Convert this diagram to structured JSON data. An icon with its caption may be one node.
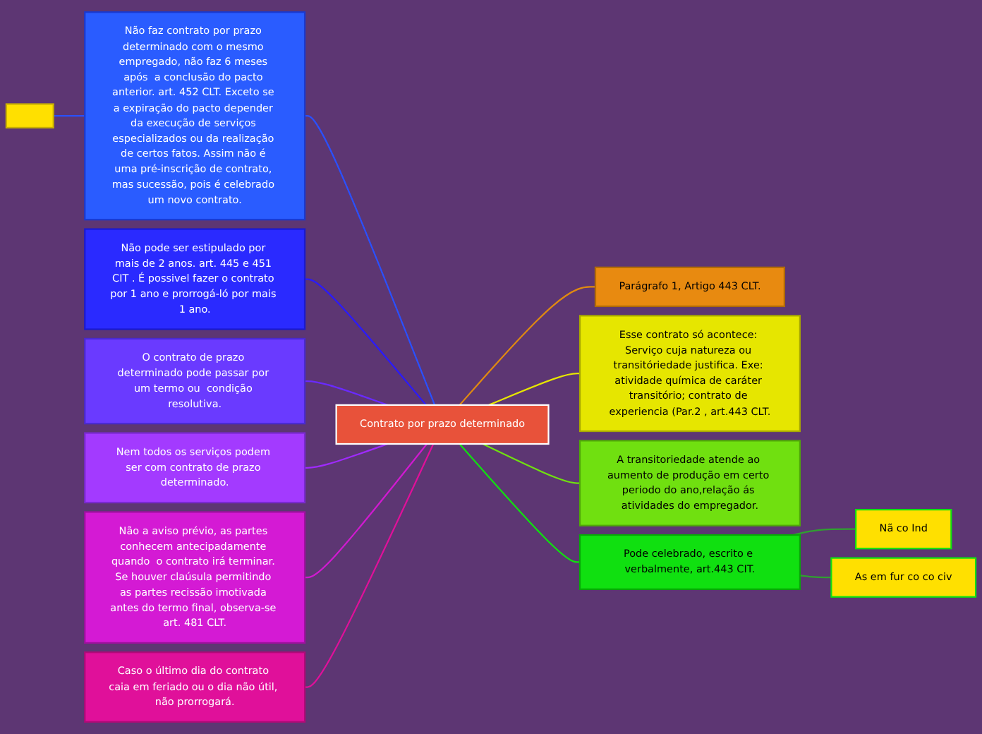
{
  "diagram": {
    "nodes": [
      {
        "text": [
          "Contrato por prazo determinado"
        ]
      },
      {
        "text": [
          "Não faz contrato por prazo determinado com o mesmo empregado, não faz 6 meses após  a conclusão do pacto anterior. art. 452 CLT. Exceto se a expiração do pacto depender da execução de serviços especializados ou da realização de certos fatos. Assim não é uma pré-inscrição de contrato, mas sucessão, pois é celebrado um novo contrato."
        ]
      },
      {
        "text": [
          "Não pode ser estipulado por mais de 2 anos. art. 445 e 451 CIT . É possivel fazer o contrato por 1 ano e prorrogá-ló por mais 1 ano."
        ]
      },
      {
        "text": [
          "O contrato de prazo determinado pode passar por um termo ou  condição resolutiva."
        ]
      },
      {
        "text": [
          "Nem todos os serviços podem ser com contrato de prazo determinado."
        ]
      },
      {
        "text": [
          "Não a aviso prévio, as partes conhecem antecipadamente quando  o contrato irá terminar. Se houver claúsula permitindo as partes recissão imotivada antes do termo final, observa-se art. 481 CLT."
        ]
      },
      {
        "text": [
          "Caso o último dia do contrato caia em feriado ou o dia não útil, não prorrogará."
        ]
      },
      {
        "text": [
          "Parágrafo 1, Artigo 443 CLT."
        ]
      },
      {
        "text": [
          "Esse contrato só acontece: Serviço cuja natureza ou transitóriedade justifica. Exe: atividade química de caráter transitório; contrato de experiencia (Par.2 , art.443 CLT."
        ]
      },
      {
        "text": [
          "A transitoriedade atende ao aumento de produção em certo periodo do ano,relação ás atividades do empregador."
        ]
      },
      {
        "text": [
          "Pode celebrado, escrito e verbalmente, art.443 CIT."
        ]
      },
      {
        "text": [
          "Nã co Ind"
        ]
      },
      {
        "text": [
          "As em fur co co civ"
        ]
      },
      {
        "text": [],
        "shape": "box"
      }
    ],
    "edges": [
      {
        "from": 1,
        "to": 0,
        "arrow": "none",
        "color": "#2a50ff"
      },
      {
        "from": 2,
        "to": 0,
        "arrow": "none",
        "color": "#2a1aff"
      },
      {
        "from": 3,
        "to": 0,
        "arrow": "none",
        "color": "#6a2aff"
      },
      {
        "from": 4,
        "to": 0,
        "arrow": "none",
        "color": "#a02aff"
      },
      {
        "from": 5,
        "to": 0,
        "arrow": "none",
        "color": "#d01ad0"
      },
      {
        "from": 6,
        "to": 0,
        "arrow": "none",
        "color": "#e0109a"
      },
      {
        "from": 0,
        "to": 7,
        "arrow": "none",
        "color": "#e08a10"
      },
      {
        "from": 0,
        "to": 8,
        "arrow": "none",
        "color": "#e6e600"
      },
      {
        "from": 0,
        "to": 9,
        "arrow": "none",
        "color": "#70e010"
      },
      {
        "from": 0,
        "to": 10,
        "arrow": "none",
        "color": "#10e010"
      },
      {
        "from": 10,
        "to": 11,
        "arrow": "none",
        "color": "#30a030"
      },
      {
        "from": 10,
        "to": 12,
        "arrow": "none",
        "color": "#30a030"
      },
      {
        "from": 13,
        "to": 1,
        "arrow": "none",
        "color": "#2a50ff"
      }
    ]
  }
}
